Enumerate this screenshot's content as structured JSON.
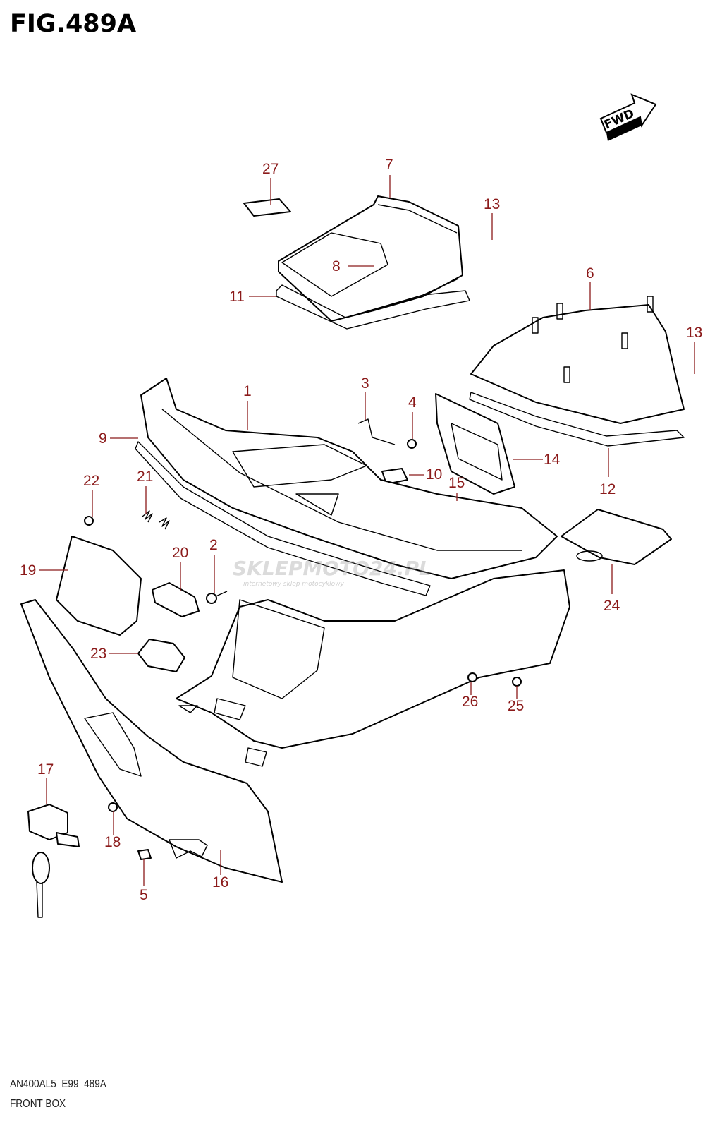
{
  "figure": {
    "title": "FIG.489A",
    "code": "AN400AL5_E99_489A",
    "name": "FRONT BOX",
    "fwd_label": "FWD"
  },
  "watermark": {
    "text": "SKLEPMOTO24.PL",
    "subtext": "internetowy sklep motocyklowy"
  },
  "callouts": [
    "27",
    "7",
    "13",
    "8",
    "11",
    "6",
    "13",
    "1",
    "3",
    "4",
    "9",
    "14",
    "10",
    "12",
    "15",
    "22",
    "21",
    "2",
    "20",
    "19",
    "24",
    "23",
    "26",
    "25",
    "17",
    "18",
    "16",
    "5"
  ],
  "colors": {
    "callout": "#8b1a1a",
    "line": "#000000"
  }
}
